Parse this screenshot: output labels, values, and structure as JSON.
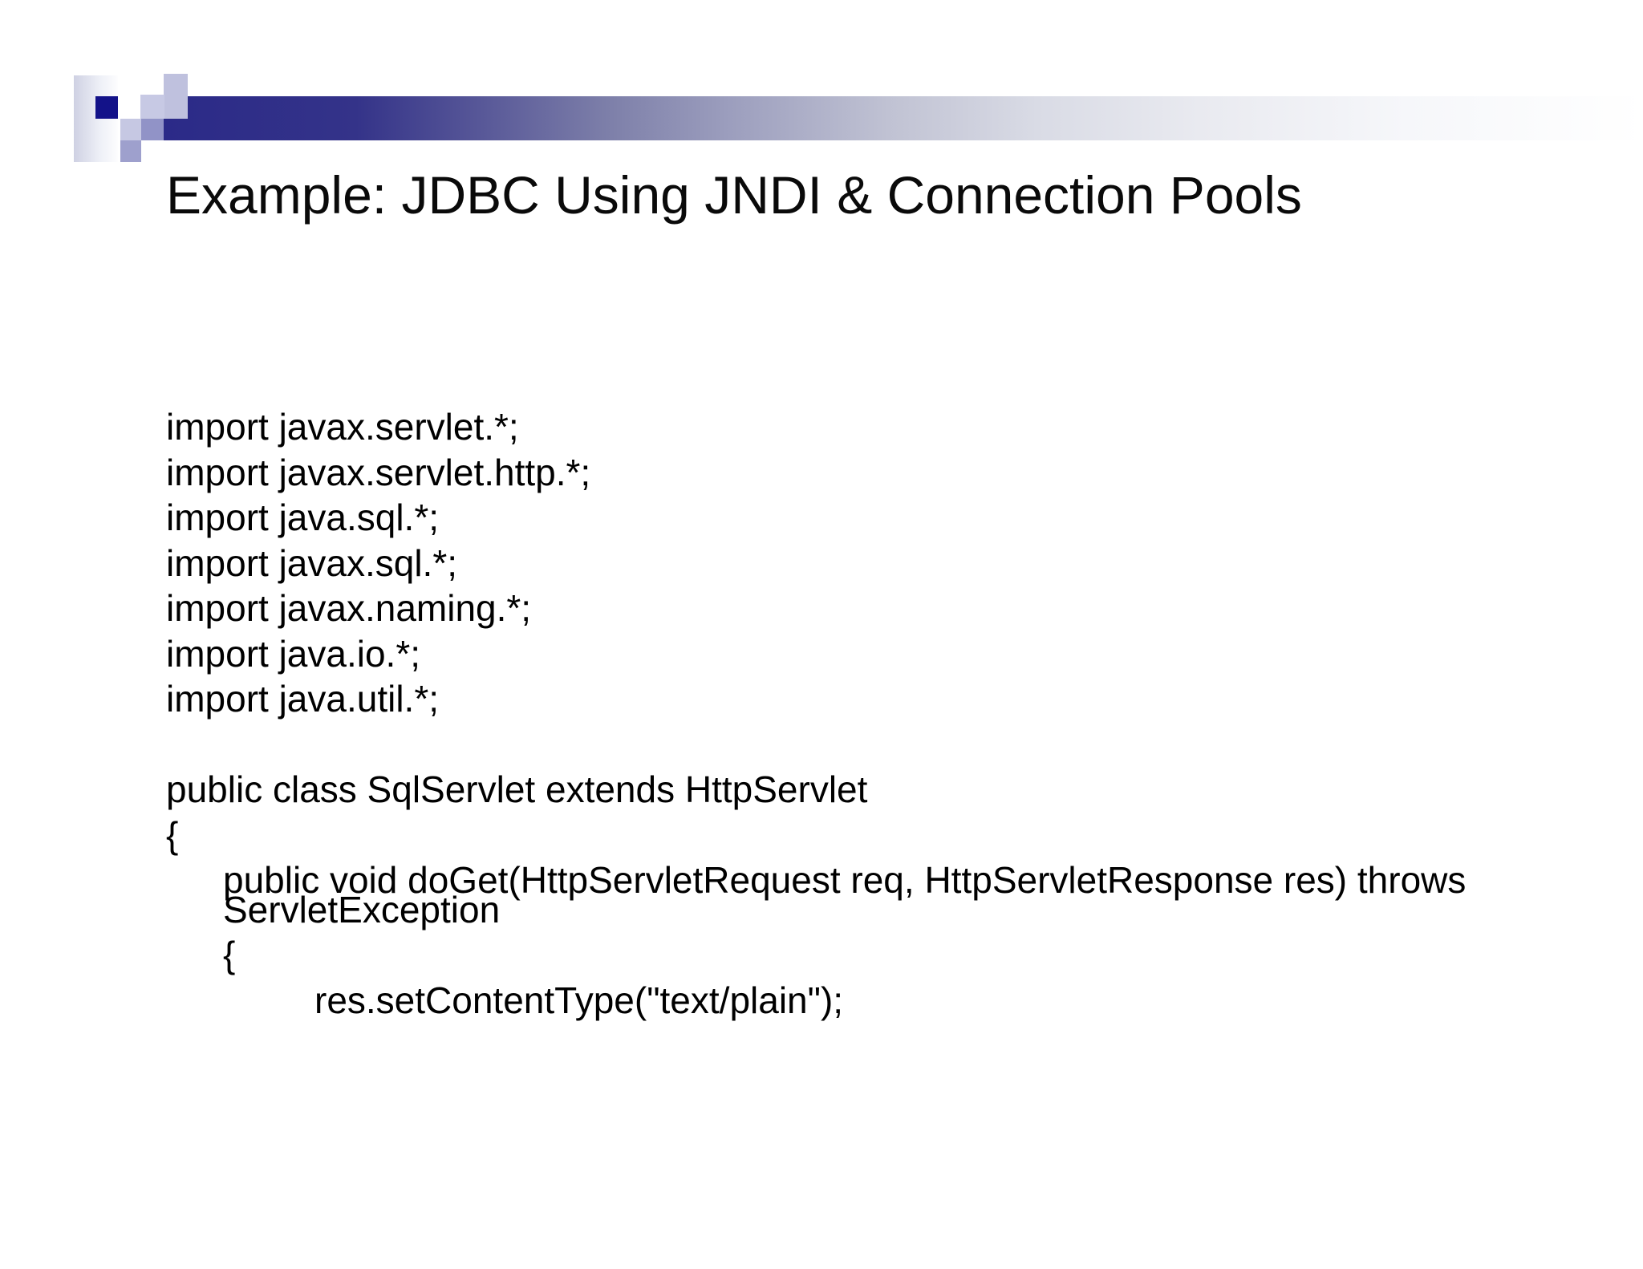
{
  "slide": {
    "title": "Example: JDBC Using JNDI & Connection Pools"
  },
  "code": {
    "lines": [
      {
        "text": "import javax.servlet.*;",
        "indent": 0,
        "wrap": false
      },
      {
        "text": "import javax.servlet.http.*;",
        "indent": 0,
        "wrap": false
      },
      {
        "text": "import java.sql.*;",
        "indent": 0,
        "wrap": false
      },
      {
        "text": "import javax.sql.*;",
        "indent": 0,
        "wrap": false
      },
      {
        "text": "import javax.naming.*;",
        "indent": 0,
        "wrap": false
      },
      {
        "text": "import java.io.*;",
        "indent": 0,
        "wrap": false
      },
      {
        "text": "import java.util.*;",
        "indent": 0,
        "wrap": false
      },
      {
        "text": "",
        "indent": 0,
        "wrap": false
      },
      {
        "text": "public class SqlServlet extends HttpServlet",
        "indent": 0,
        "wrap": false
      },
      {
        "text": "{",
        "indent": 0,
        "wrap": false
      },
      {
        "text": "public void doGet(HttpServletRequest req, HttpServletResponse res) throws",
        "indent": 1,
        "wrap": false
      },
      {
        "text": "ServletException",
        "indent": 1,
        "wrap": true
      },
      {
        "text": "{",
        "indent": 1,
        "wrap": false
      },
      {
        "text": "res.setContentType(\"text/plain\");",
        "indent": 2,
        "wrap": false
      }
    ]
  },
  "decor": {
    "text_color": "#000000",
    "navy_square": "#131289",
    "light_square": "#c7c9e4",
    "light_column": "#bfc1de",
    "mid_left_square": "#c6c8e3",
    "mid_square": "#9193c7",
    "lower_square": "#9ea0cd",
    "light_rect_gradient": "linear-gradient(to right, #cfd1e3 0%, #eef0f7 60%, #fdfdfe 100%)",
    "bar_gradient": "linear-gradient(to right, #2b2a88 0%, #343389 13%, #5a5a99 22%, #7d7fa9 30%, #9b9dbd 38%, #c0c2d3 49%, #d9dbe5 59%, #e9eaf0 70%, #f6f7fa 84%, #ffffff 100%)"
  }
}
